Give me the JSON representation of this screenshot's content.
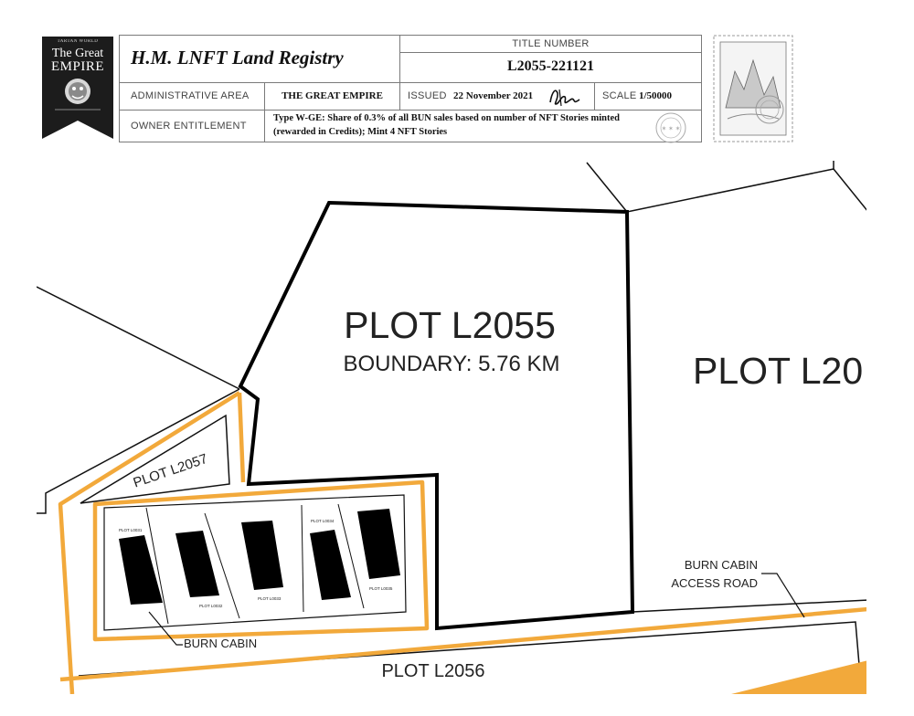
{
  "brand": {
    "small_text": "TARTAN WORLD",
    "line1": "The Great",
    "line2": "EMPIRE"
  },
  "header": {
    "registry_title": "H.M. LNFT Land Registry",
    "title_number_label": "TITLE NUMBER",
    "title_number": "L2055-221121",
    "admin_area_label": "ADMINISTRATIVE AREA",
    "admin_area": "THE GREAT EMPIRE",
    "issued_label": "ISSUED",
    "issued_date": "22 November 2021",
    "scale_label": "SCALE",
    "scale": "1/50000",
    "owner_label": "OWNER ENTITLEMENT",
    "owner_text_line1": "Type W-GE: Share of 0.3% of all BUN sales based on number of NFT Stories minted",
    "owner_text_line2": "(rewarded in Credits); Mint 4 NFT Stories"
  },
  "map": {
    "main_plot": "PLOT L2055",
    "boundary": "BOUNDARY: 5.76 KM",
    "east_plot": "PLOT L20",
    "plot_l2057": "PLOT L2057",
    "plot_l2056": "PLOT L2056",
    "burn_cabin": "BURN CABIN",
    "access_road_line1": "BURN CABIN",
    "access_road_line2": "ACCESS ROAD",
    "sub_plots": [
      "PLOT L0031",
      "PLOT L0032",
      "PLOT L0033",
      "PLOT L0034",
      "PLOT L0035"
    ]
  },
  "colors": {
    "road": "#f2a93b",
    "banner": "#1c1c1c"
  }
}
